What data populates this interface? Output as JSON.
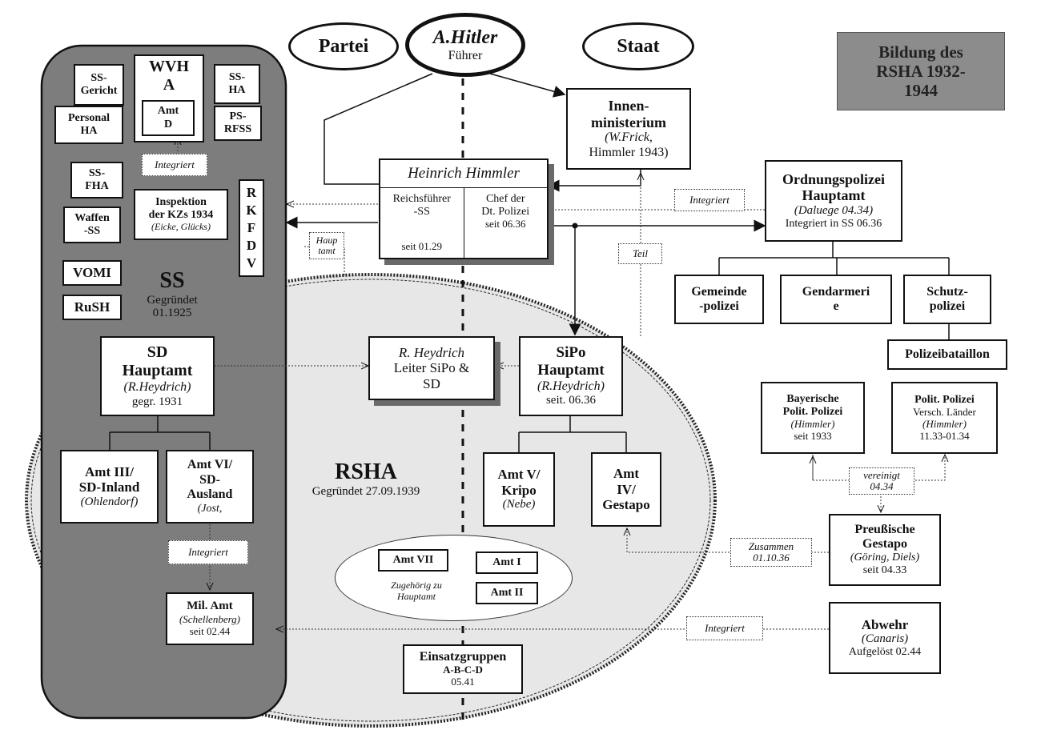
{
  "title_box": {
    "lines": [
      "Bildung des",
      "RSHA 1932-",
      "1944"
    ]
  },
  "ovals": {
    "partei": "Partei",
    "staat": "Staat",
    "hitler_name": "A.Hitler",
    "hitler_role": "Führer"
  },
  "ss_group": {
    "label": "SS",
    "sub1": "Gegründet",
    "sub2": "01.1925",
    "boxes": {
      "ss_gericht": [
        "SS-",
        "Gericht"
      ],
      "wvha": [
        "WVH",
        "A"
      ],
      "amt_d": [
        "Amt",
        "D"
      ],
      "ss_ha": [
        "SS-",
        "HA"
      ],
      "personal_ha": [
        "Personal",
        "HA"
      ],
      "ps_ress": [
        "PS-",
        "RFSS"
      ],
      "integriert_small": "Integriert",
      "ss_fha": [
        "SS-",
        "FHA"
      ],
      "inspektion": [
        "Inspektion",
        "der KZs 1934",
        "(Eicke, Glücks)"
      ],
      "waffen_ss": [
        "Waffen",
        "-SS"
      ],
      "rkfdv": [
        "R",
        "K",
        "F",
        "D",
        "V"
      ],
      "vomi": "VOMI",
      "rush": "RuSH",
      "hauptamt_label": [
        "Haup",
        "tamt"
      ]
    }
  },
  "himmler": {
    "name": "Heinrich Himmler",
    "left": [
      "Reichsführer",
      "-SS"
    ],
    "left_date": "seit 01.29",
    "right": [
      "Chef der",
      "Dt. Polizei"
    ],
    "right_date": "seit 06.36"
  },
  "innen": [
    "Innen-",
    "ministerium",
    "(W.Frick,",
    "Himmler 1943)"
  ],
  "orpo": {
    "lines": [
      "Ordnungspolizei",
      "Hauptamt"
    ],
    "sub": "(Daluege 04.34)",
    "note": "Integriert in SS 06.36",
    "integriert_label": "Integriert",
    "children": [
      [
        "Gemeinde",
        "-polizei"
      ],
      [
        "Gendarmeri",
        "e"
      ],
      [
        "Schutz-",
        "polizei"
      ]
    ],
    "polizeibataillon": "Polizeibataillon"
  },
  "teil_label": "Teil",
  "sd": {
    "lines": [
      "SD",
      "Hauptamt"
    ],
    "sub": "(R.Heydrich)",
    "date": "gegr. 1931"
  },
  "heydrich": {
    "name": "R. Heydrich",
    "lines": [
      "Leiter SiPo &",
      "SD"
    ]
  },
  "sipo": {
    "lines": [
      "SiPo",
      "Hauptamt"
    ],
    "sub": "(R.Heydrich)",
    "date": "seit. 06.36"
  },
  "amt3": {
    "lines": [
      "Amt III/",
      "SD-Inland"
    ],
    "sub": "(Ohlendorf)"
  },
  "amt6": {
    "lines": [
      "Amt VI/",
      "SD-",
      "Ausland"
    ],
    "sub": "(Jost,"
  },
  "amt5": {
    "lines": [
      "Amt V/",
      "Kripo"
    ],
    "sub": "(Nebe)"
  },
  "amt4": {
    "lines": [
      "Amt",
      "IV/",
      "Gestapo"
    ]
  },
  "rsha": {
    "name": "RSHA",
    "sub": "Gegründet 27.09.1939"
  },
  "small_oval": {
    "amt7": "Amt VII",
    "amt1": "Amt I",
    "amt2": "Amt II",
    "caption": [
      "Zugehörig zu",
      "Hauptamt"
    ]
  },
  "integriert_mid": "Integriert",
  "milamt": {
    "lines": [
      "Mil. Amt"
    ],
    "sub": "(Schellenberg)",
    "date": "seit 02.44"
  },
  "einsatz": {
    "lines": [
      "Einsatzgruppen"
    ],
    "sub": "A-B-C-D",
    "date": "05.41"
  },
  "bayern": {
    "lines": [
      "Bayerische",
      "Polit. Polizei"
    ],
    "sub": "(Himmler)",
    "date": "seit 1933"
  },
  "polit": {
    "lines": [
      "Polit. Polizei",
      "Versch. Länder"
    ],
    "sub": "(Himmler)",
    "date": "11.33-01.34"
  },
  "vereinigt": [
    "vereinigt",
    "04.34"
  ],
  "gestapo_pr": {
    "lines": [
      "Preußische",
      "Gestapo"
    ],
    "sub": "(Göring, Diels)",
    "date": "seit 04.33"
  },
  "zusammen": [
    "Zusammen",
    "01.10.36"
  ],
  "abwehr": {
    "lines": [
      "Abwehr"
    ],
    "sub": "(Canaris)",
    "date": "Aufgelöst 02.44"
  },
  "integriert_abwehr": "Integriert",
  "colors": {
    "ss_panel": "#7d7d7d",
    "rsha_fill": "#e7e7e7",
    "title_fill": "#8c8c8c",
    "line": "#111111"
  }
}
